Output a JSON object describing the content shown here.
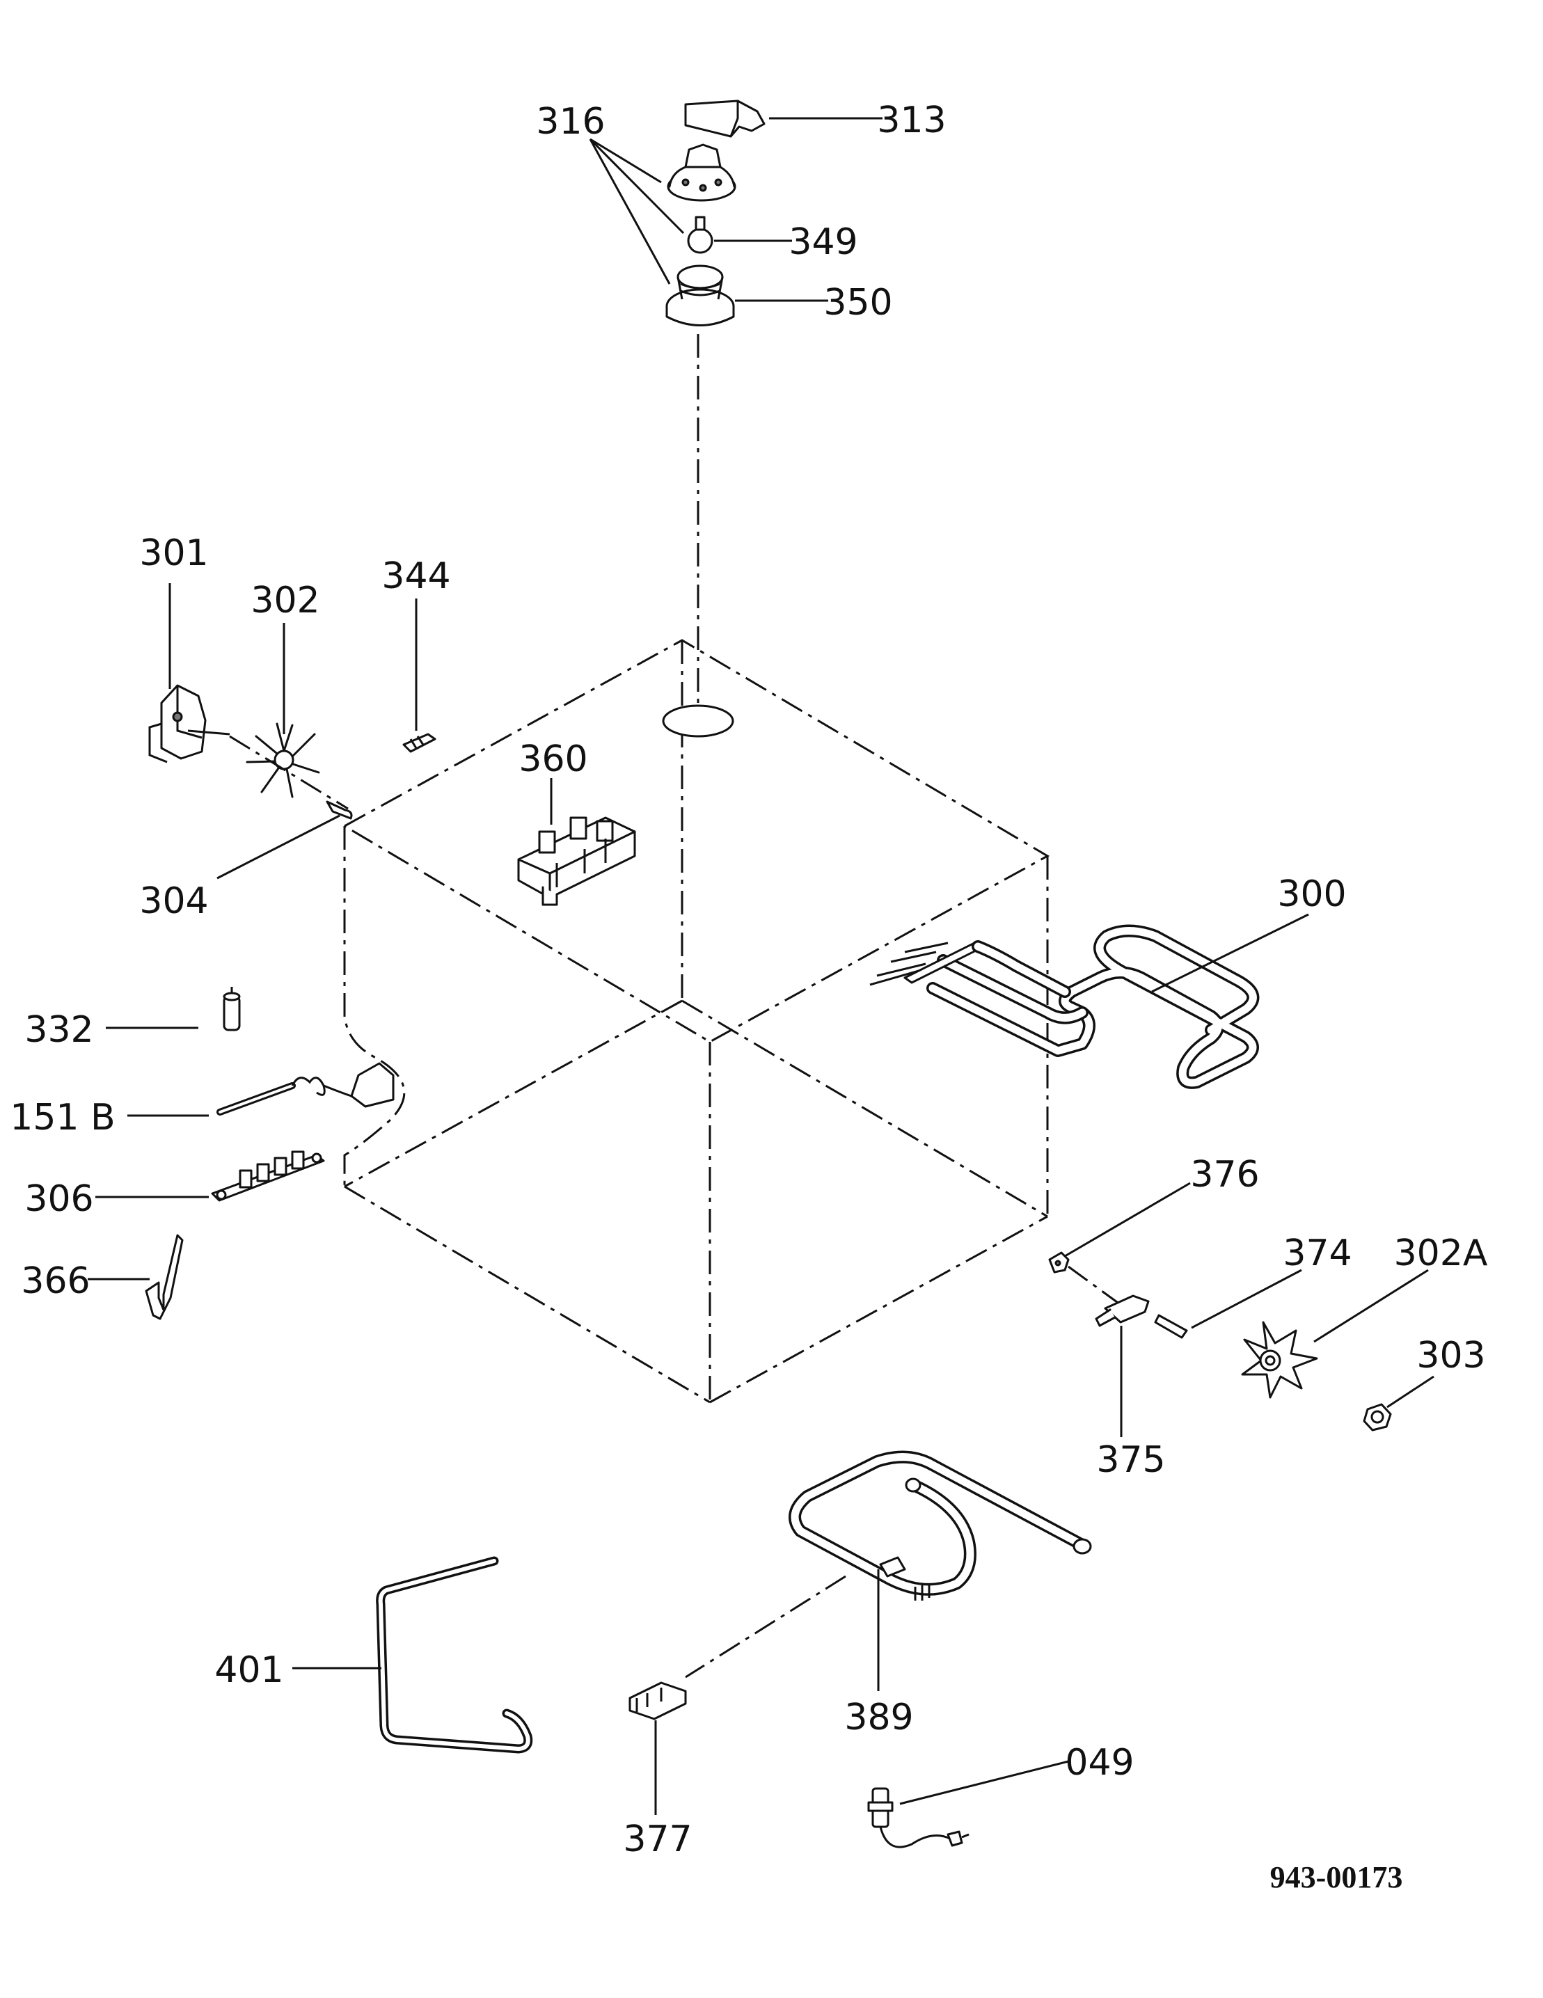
{
  "diagram_id": "943-00173",
  "labels": {
    "p316": "316",
    "p313": "313",
    "p349": "349",
    "p350": "350",
    "p301": "301",
    "p302": "302",
    "p344": "344",
    "p360": "360",
    "p304": "304",
    "p300": "300",
    "p332": "332",
    "p151b": "151 B",
    "p306": "306",
    "p366": "366",
    "p376": "376",
    "p374": "374",
    "p302a": "302A",
    "p303": "303",
    "p375": "375",
    "p401": "401",
    "p389": "389",
    "p377": "377",
    "p049": "049"
  }
}
